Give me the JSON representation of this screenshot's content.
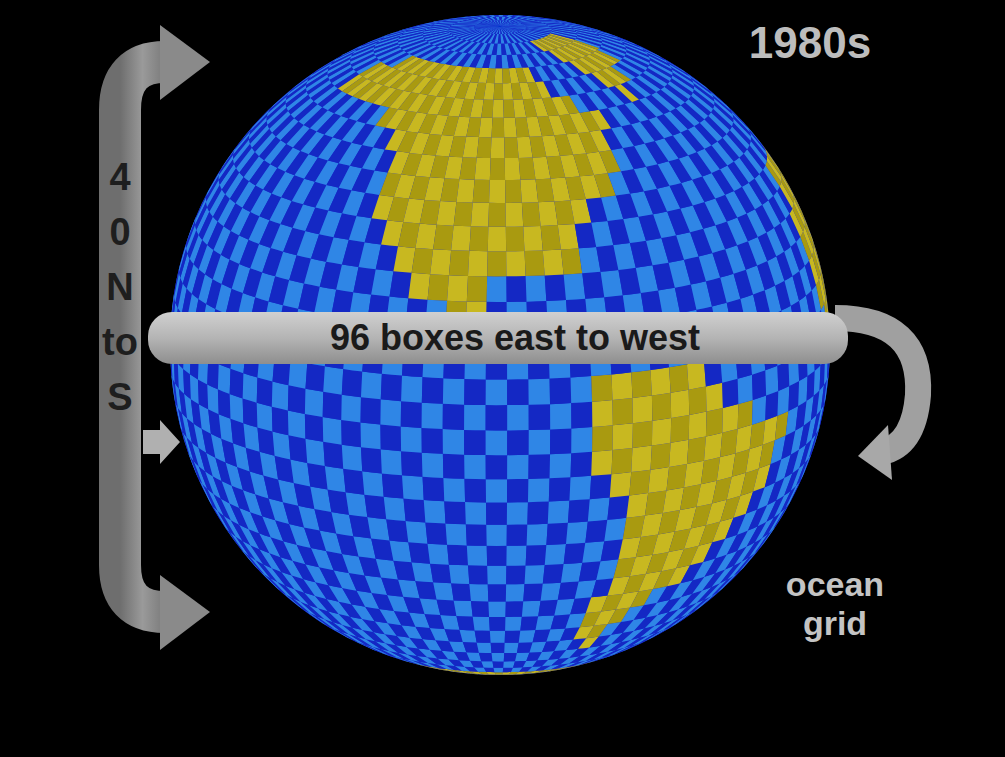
{
  "diagram": {
    "labels": [
      "1980s",
      "40 N to S",
      "96 boxes east to west",
      "ocean grid"
    ]
  }
}
